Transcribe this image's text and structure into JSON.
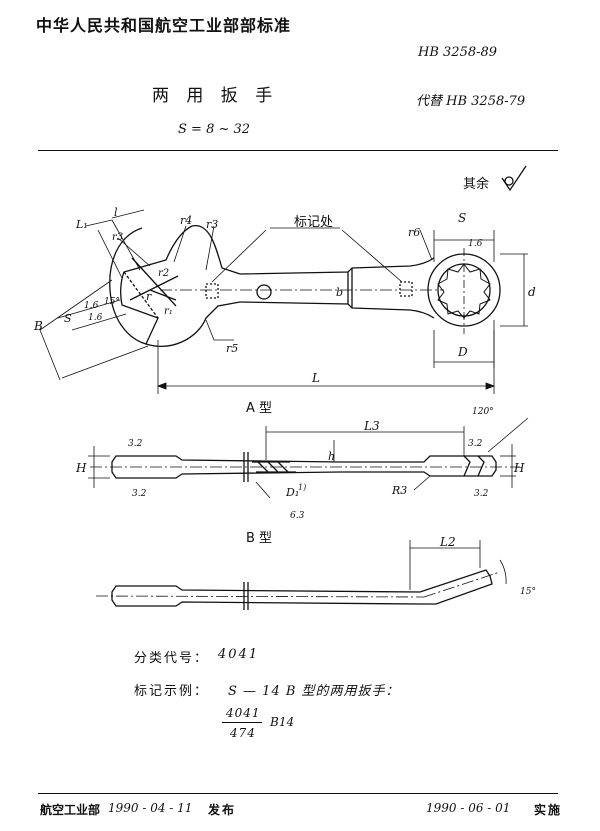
{
  "header": {
    "organization": "中华人民共和国航空工业部部标准",
    "standard_no": "HB  3258-89",
    "title": "两 用 扳 手",
    "replaces": "代替 HB 3258-79",
    "size_range": "S = 8 ~ 32"
  },
  "drawing": {
    "roughness_note": "其余",
    "marking_label": "标记处",
    "view_a_title": "A 型",
    "view_b_title": "B 型",
    "dims": {
      "L": "L",
      "l": "l",
      "L1": "L₁",
      "L2": "L2",
      "L3": "L3",
      "S_left": "S",
      "S_right": "S",
      "B": "B",
      "b": "b",
      "d": "d",
      "D": "D",
      "D1": "D₁",
      "D1_note": "1)",
      "H_left": "H",
      "H_right": "H",
      "h": "h",
      "r": "r",
      "r1": "r₁",
      "r2": "r2",
      "r3a": "r3",
      "r3b": "r3",
      "r4": "r4",
      "r5": "r5",
      "r6": "r6",
      "R3": "R3",
      "angle15_head": "15°",
      "angle15_b": "15°",
      "angle120": "120°",
      "rough_1_6a": "1.6",
      "rough_1_6b": "1.6",
      "rough_1_6c": "1.6",
      "rough_3_2a": "3.2",
      "rough_3_2b": "3.2",
      "rough_3_2c": "3.2",
      "rough_3_2d": "3.2",
      "rough_6_3": "6.3"
    }
  },
  "notes": {
    "classification_label": "分类代号：",
    "classification_code": "4041",
    "marking_example_label": "标记示例：",
    "marking_example_text": "S — 14  B 型的两用扳手：",
    "fraction_top": "4041",
    "fraction_bottom": "474",
    "fraction_suffix": "B14"
  },
  "footer": {
    "issuer": "航空工业部",
    "issue_date": "1990 - 04 - 11",
    "issue_word": "发布",
    "effective_date": "1990 - 06 - 01",
    "effective_word": "实施"
  }
}
